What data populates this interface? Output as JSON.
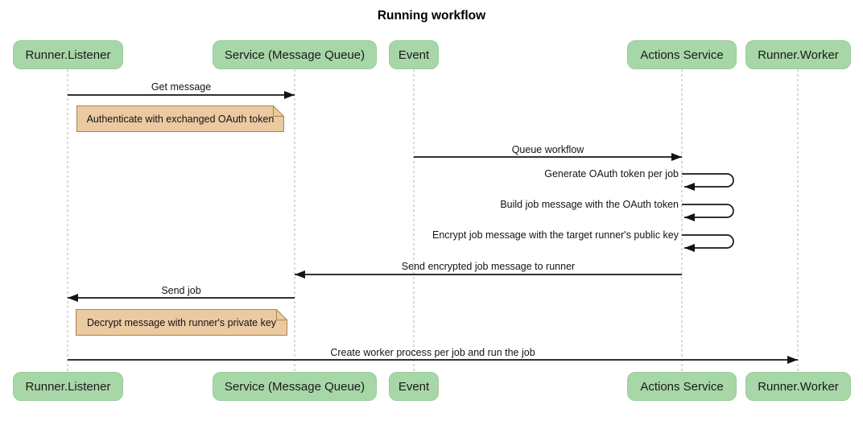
{
  "title": "Running workflow",
  "diagram": {
    "type": "sequence-diagram",
    "participants": [
      {
        "id": "runner-listener",
        "label": "Runner.Listener"
      },
      {
        "id": "service-message-queue",
        "label": "Service (Message Queue)"
      },
      {
        "id": "event",
        "label": "Event"
      },
      {
        "id": "actions-service",
        "label": "Actions Service"
      },
      {
        "id": "runner-worker",
        "label": "Runner.Worker"
      }
    ],
    "messages": [
      {
        "kind": "arrow",
        "from": "Runner.Listener",
        "to": "Service (Message Queue)",
        "label": "Get message"
      },
      {
        "kind": "note",
        "over": "Runner.Listener",
        "label": "Authenticate with exchanged OAuth token"
      },
      {
        "kind": "arrow",
        "from": "Event",
        "to": "Actions Service",
        "label": "Queue workflow"
      },
      {
        "kind": "self",
        "from": "Actions Service",
        "to": "Actions Service",
        "label": "Generate OAuth token per job"
      },
      {
        "kind": "self",
        "from": "Actions Service",
        "to": "Actions Service",
        "label": "Build job message with the OAuth token"
      },
      {
        "kind": "self",
        "from": "Actions Service",
        "to": "Actions Service",
        "label": "Encrypt job message with the target runner's public key"
      },
      {
        "kind": "arrow",
        "from": "Actions Service",
        "to": "Service (Message Queue)",
        "label": "Send encrypted job message to runner"
      },
      {
        "kind": "arrow",
        "from": "Service (Message Queue)",
        "to": "Runner.Listener",
        "label": "Send job"
      },
      {
        "kind": "note",
        "over": "Runner.Listener",
        "label": "Decrypt message with runner's private key"
      },
      {
        "kind": "arrow",
        "from": "Runner.Listener",
        "to": "Runner.Worker",
        "label": "Create worker process per job and run the job"
      }
    ],
    "colors": {
      "participant_fill": "#a7d7a7",
      "participant_border": "#99cc99",
      "note_fill": "#ebcaa1",
      "note_border": "#a8844f",
      "lifeline": "#b3b3b3",
      "arrow": "#141414",
      "background": "#ffffff"
    }
  }
}
